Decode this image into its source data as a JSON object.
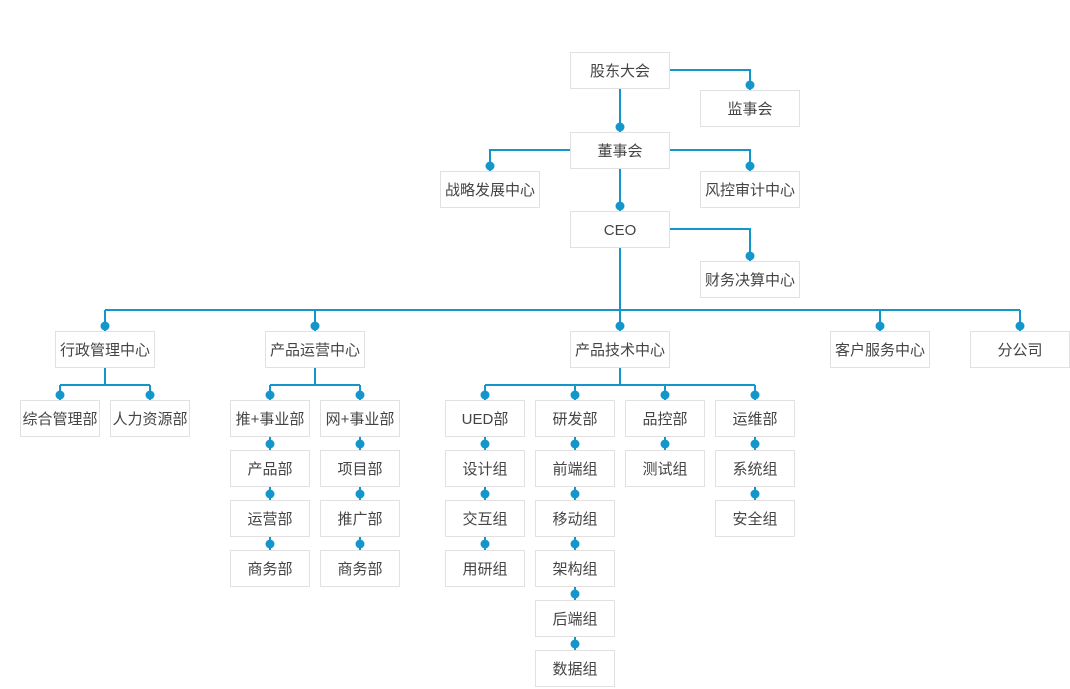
{
  "diagram": {
    "type": "org-chart",
    "colors": {
      "accent": "#1596CB",
      "node_border": "#E1E1E1",
      "node_text": "#444444",
      "background": "#FFFFFF"
    },
    "nodes": {
      "shareholders_meeting": "股东大会",
      "supervisory_board": "监事会",
      "board_of_directors": "董事会",
      "strategy_center": "战略发展中心",
      "risk_audit_center": "风控审计中心",
      "ceo": "CEO",
      "finance_center": "财务决算中心",
      "admin_center": "行政管理中心",
      "product_ops_center": "产品运营中心",
      "product_tech_center": "产品技术中心",
      "customer_service_center": "客户服务中心",
      "branch_company": "分公司",
      "general_admin_dept": "综合管理部",
      "hr_dept": "人力资源部",
      "tui_division": "推+事业部",
      "wang_division": "网+事业部",
      "product_dept": "产品部",
      "project_dept": "项目部",
      "operations_dept": "运营部",
      "promotion_dept": "推广部",
      "business_dept_tui": "商务部",
      "business_dept_wang": "商务部",
      "ued_dept": "UED部",
      "rd_dept": "研发部",
      "qc_dept": "品控部",
      "ops_dept": "运维部",
      "design_group": "设计组",
      "frontend_group": "前端组",
      "testing_group": "测试组",
      "system_group": "系统组",
      "interaction_group": "交互组",
      "mobile_group": "移动组",
      "security_group": "安全组",
      "user_research_group": "用研组",
      "architecture_group": "架构组",
      "backend_group": "后端组",
      "data_group": "数据组"
    },
    "hierarchy": {
      "shareholders_meeting": [
        "supervisory_board",
        "board_of_directors"
      ],
      "board_of_directors": [
        "strategy_center",
        "risk_audit_center",
        "ceo"
      ],
      "ceo": [
        "finance_center",
        "admin_center",
        "product_ops_center",
        "product_tech_center",
        "customer_service_center",
        "branch_company"
      ],
      "admin_center": [
        "general_admin_dept",
        "hr_dept"
      ],
      "product_ops_center": [
        "tui_division",
        "wang_division"
      ],
      "tui_division": [
        "product_dept"
      ],
      "product_dept": [
        "operations_dept"
      ],
      "operations_dept": [
        "business_dept_tui"
      ],
      "wang_division": [
        "project_dept"
      ],
      "project_dept": [
        "promotion_dept"
      ],
      "promotion_dept": [
        "business_dept_wang"
      ],
      "product_tech_center": [
        "ued_dept",
        "rd_dept",
        "qc_dept",
        "ops_dept"
      ],
      "ued_dept": [
        "design_group"
      ],
      "design_group": [
        "interaction_group"
      ],
      "interaction_group": [
        "user_research_group"
      ],
      "rd_dept": [
        "frontend_group"
      ],
      "frontend_group": [
        "mobile_group"
      ],
      "mobile_group": [
        "architecture_group"
      ],
      "architecture_group": [
        "backend_group"
      ],
      "backend_group": [
        "data_group"
      ],
      "qc_dept": [
        "testing_group"
      ],
      "ops_dept": [
        "system_group"
      ],
      "system_group": [
        "security_group"
      ]
    }
  }
}
